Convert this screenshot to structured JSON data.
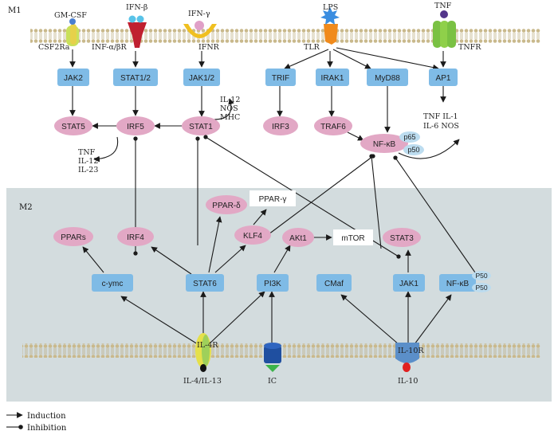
{
  "panels": {
    "m1": "M1",
    "m2": "M2"
  },
  "receptors_m1": {
    "gmcsf": "GM-CSF",
    "csf2ra": "CSF2Ra",
    "ifnb": "IFN-β",
    "ifnab_r": "INF-α/βR",
    "ifng": "IFN-γ",
    "ifnr": "IFNR",
    "lps": "LPS",
    "tlr": "TLR",
    "tnf": "TNF",
    "tnfr": "TNFR"
  },
  "nodes_m1": {
    "jak2": "JAK2",
    "stat12": "STAT1/2",
    "jak12": "JAK1/2",
    "trif": "TRIF",
    "irak1": "IRAK1",
    "myd88": "MyD88",
    "ap1": "AP1",
    "stat5": "STAT5",
    "irf5": "IRF5",
    "stat1": "STAT1",
    "irf3": "IRF3",
    "traf6": "TRAF6",
    "nfkb": "NF-κB",
    "p65": "p65",
    "p50": "p50"
  },
  "outputs_m1": {
    "irf5_out": [
      "TNF",
      "IL-12",
      "IL-23"
    ],
    "stat1_out": [
      "IL-12",
      "NOS",
      "MHC"
    ],
    "nfkb_out": [
      "TNF IL-1",
      "IL-6 NOS"
    ]
  },
  "nodes_m2": {
    "ppar_delta": "PPAR-δ",
    "ppar_gamma": "PPAR-γ",
    "ppars": "PPARs",
    "irf4": "IRF4",
    "klf4": "KLF4",
    "akt1": "AKt1",
    "mtor": "mTOR",
    "stat3": "STAT3",
    "cymc": "c-ymc",
    "stat6": "STAT6",
    "pi3k": "PI3K",
    "cmaf": "CMaf",
    "jak1": "JAK1",
    "nfkb2": "NF-κB",
    "p50a": "P50",
    "p50b": "P50"
  },
  "receptors_m2": {
    "il4r": "IL-4R",
    "il4il13": "IL-4/IL-13",
    "ic": "IC",
    "il10r": "IL-10R",
    "il10": "IL-10"
  },
  "legend": {
    "induction": "Induction",
    "inhibition": "Inhibition"
  },
  "colors": {
    "box": "#7fbbe6",
    "ellipse": "#e2a8c5",
    "m2_bg": "#d3dcde",
    "membrane": "#c9b98c"
  }
}
